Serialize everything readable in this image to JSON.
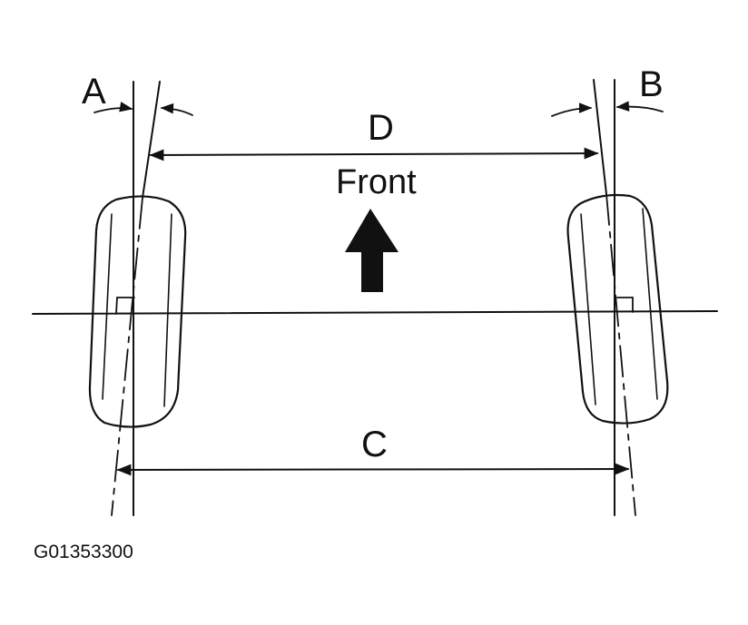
{
  "labels": {
    "angle_left": "A",
    "angle_right": "B",
    "front_distance": "D",
    "rear_distance": "C",
    "direction": "Front",
    "figure_code": "G01353300"
  },
  "colors": {
    "ink": "#111111",
    "background": "#ffffff"
  }
}
